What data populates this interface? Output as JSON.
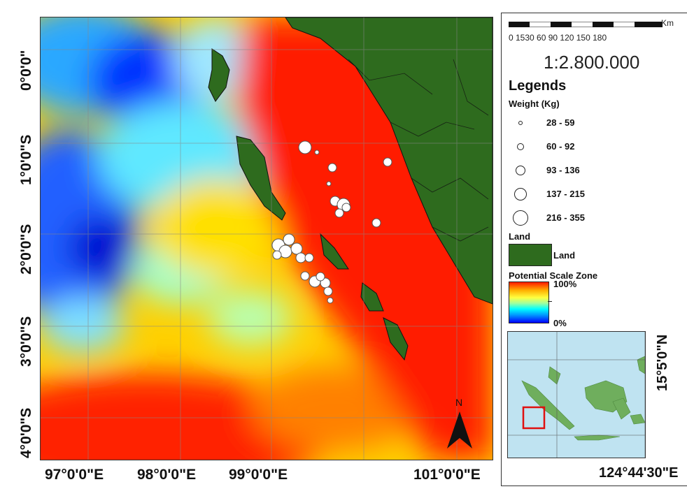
{
  "map": {
    "latitude_labels": [
      "0°0'0\"",
      "1°0'0\"S",
      "2°0'0\"S",
      "3°0'0\"S",
      "4°0'0\"S"
    ],
    "longitude_labels": [
      "97°0'0\"E",
      "98°0'0\"E",
      "99°0'0\"E",
      "101°0'0\"E"
    ],
    "north_label": "N",
    "colors": {
      "land": "#2e6b1e",
      "high_zone": "#ff1a00",
      "low_zone": "#0000ff",
      "ocean_inset": "#bfe3f1",
      "inset_land": "#6fae5d",
      "inset_frame": "#e01010"
    }
  },
  "legend": {
    "scale_unit": "Km",
    "scale_ticks": "0 1530   60   90   120  150  180",
    "scale_ratio": "1:2.800.000",
    "title": "Legends",
    "weight_heading": "Weight (Kg)",
    "weight_classes": [
      {
        "label": "28 - 59"
      },
      {
        "label": "60 - 92"
      },
      {
        "label": "93 - 136"
      },
      {
        "label": "137 - 215"
      },
      {
        "label": "216 - 355"
      }
    ],
    "land_heading": "Land",
    "land_label": "Land",
    "zone_heading": "Potential Scale Zone",
    "zone_max": "100%",
    "zone_min": "0%"
  },
  "inset": {
    "lat_label": "15°5'0\"N",
    "lon_label": "124°44'30\"E"
  }
}
